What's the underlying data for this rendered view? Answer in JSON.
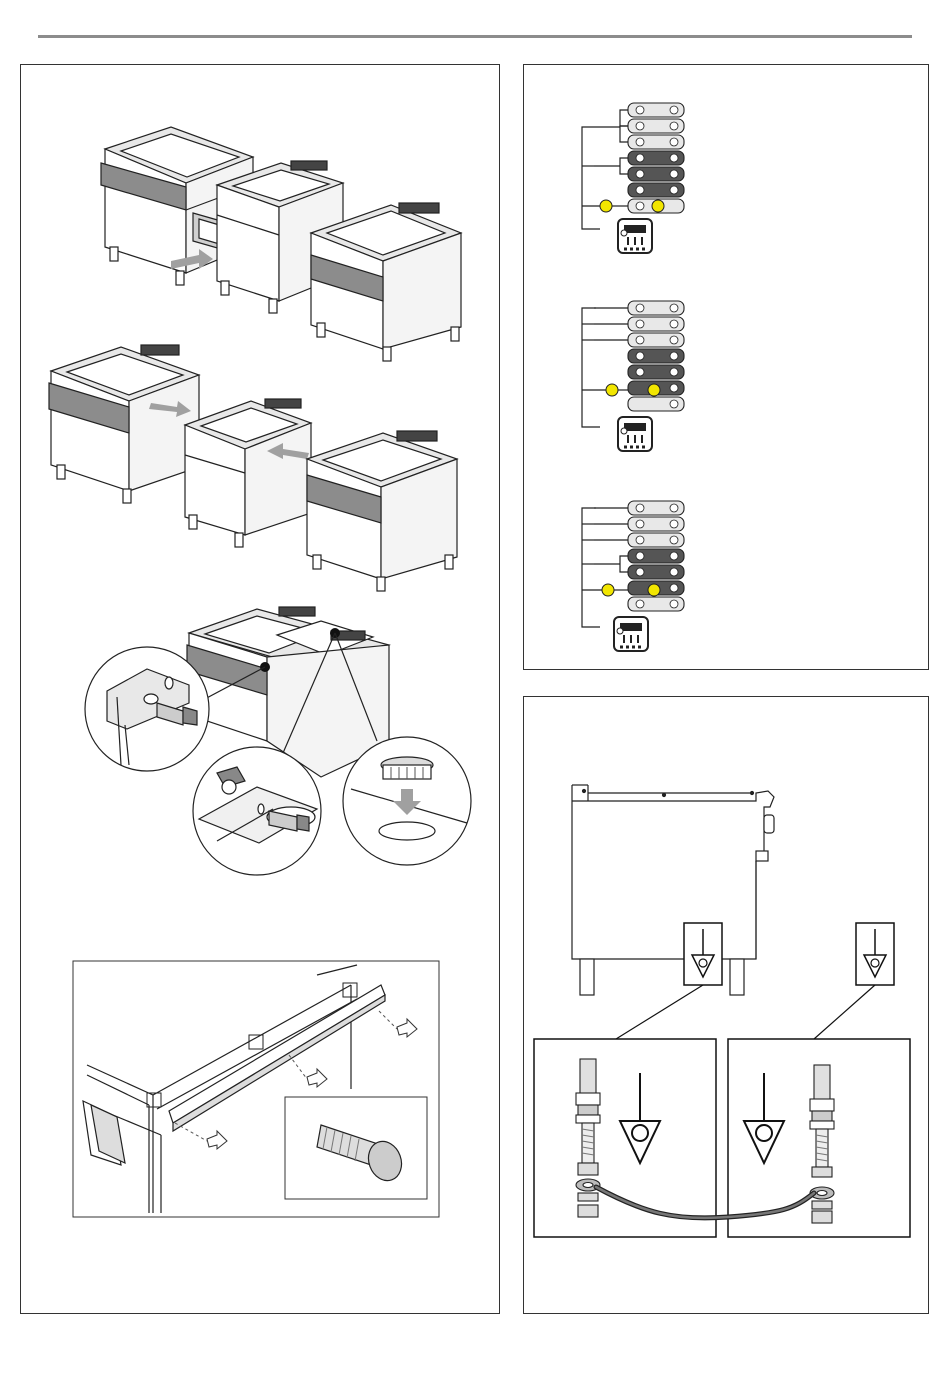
{
  "colors": {
    "line": "#222222",
    "metal_light": "#e8e8e8",
    "metal_mid": "#bdbdbd",
    "metal_dark": "#6e6e6e",
    "terminal_dark": "#555555",
    "earth_yellow": "#f2e600",
    "arrow_gray": "#a0a0a0",
    "header_rule": "#8c8c8c"
  },
  "icons": {
    "earth": "earth-ground-symbol",
    "equipotential": "equipotential-triangle-symbol",
    "heater": "heating-element-symbol"
  }
}
